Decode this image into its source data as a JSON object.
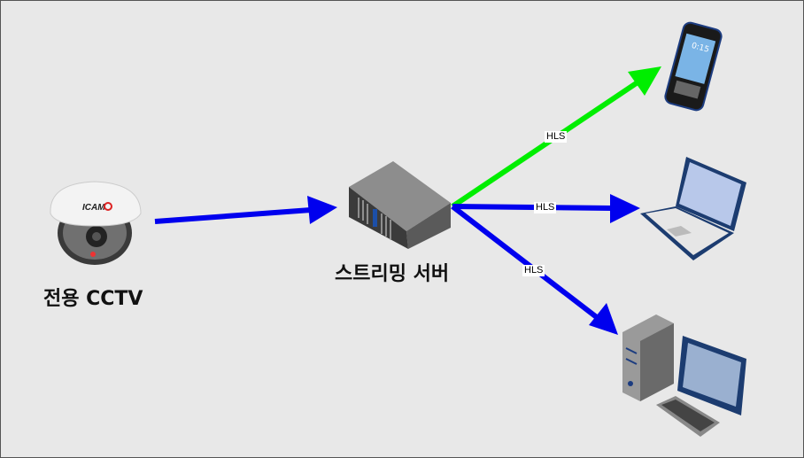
{
  "nodes": {
    "camera": {
      "label": "전용 CCTV",
      "brand": "ICAM"
    },
    "server": {
      "label": "스트리밍 서버"
    },
    "phone": {
      "screen_text": "0:15"
    },
    "laptop": {},
    "desktop": {}
  },
  "edges": [
    {
      "from": "camera",
      "to": "server",
      "color": "#0000ee",
      "label": ""
    },
    {
      "from": "server",
      "to": "phone",
      "color": "#00ee00",
      "label": "HLS"
    },
    {
      "from": "server",
      "to": "laptop",
      "color": "#0000ee",
      "label": "HLS"
    },
    {
      "from": "server",
      "to": "desktop",
      "color": "#0000ee",
      "label": "HLS"
    }
  ]
}
